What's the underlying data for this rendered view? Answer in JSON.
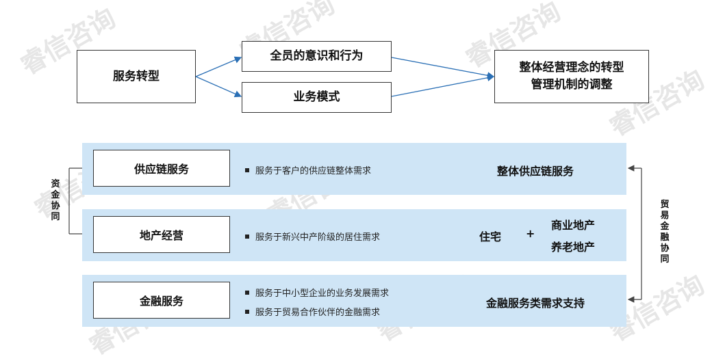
{
  "top_flow": {
    "start": "服务转型",
    "middle": [
      "全员的意识和行为",
      "业务模式"
    ],
    "end_lines": [
      "整体经营理念的转型",
      "管理机制的调整"
    ]
  },
  "rows": [
    {
      "label": "供应链服务",
      "bullets": [
        "服务于客户的供应链整体需求"
      ],
      "right": "整体供应链服务"
    },
    {
      "label": "地产经营",
      "bullets": [
        "服务于新兴中产阶级的居住需求"
      ],
      "right_left": "住宅",
      "plus": "+",
      "right_stack": [
        "商业地产",
        "养老地产"
      ]
    },
    {
      "label": "金融服务",
      "bullets": [
        "服务于中小型企业的业务发展需求",
        "服务于贸易合作伙伴的金融需求"
      ],
      "right": "金融服务类需求支持"
    }
  ],
  "side_left": "资金协同",
  "side_right": "贸易金融协同",
  "watermark": "睿信咨询",
  "colors": {
    "band": "#cfe5f6",
    "arrow": "#2a6fb5",
    "border": "#333333"
  }
}
